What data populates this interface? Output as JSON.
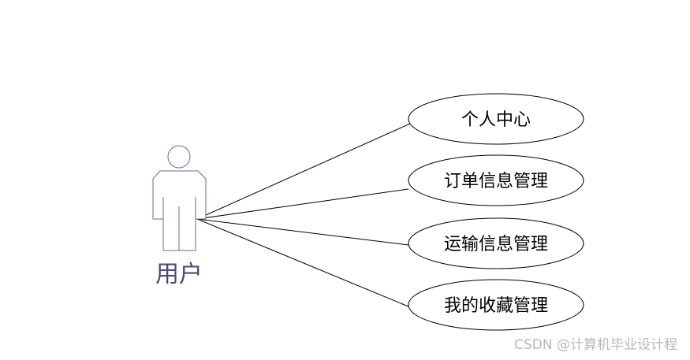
{
  "actor": {
    "label": "用户"
  },
  "use_cases": [
    {
      "label": "个人中心"
    },
    {
      "label": "订单信息管理"
    },
    {
      "label": "运输信息管理"
    },
    {
      "label": "我的收藏管理"
    }
  ],
  "watermark": "CSDN @计算机毕业设计程",
  "colors": {
    "actor_stroke": "#6a6a9a",
    "actor_label": "#4a4a78",
    "lines": "#000000",
    "watermark": "#b8b8b8"
  }
}
